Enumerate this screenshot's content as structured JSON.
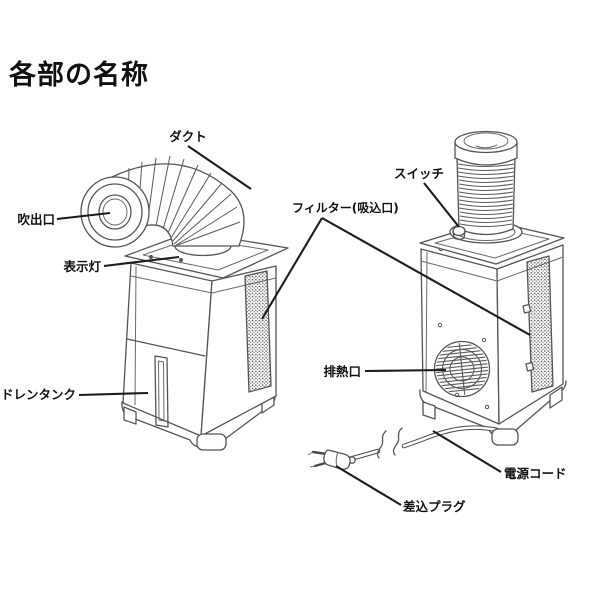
{
  "title": "各部の名称",
  "diagram": {
    "type": "product-parts-diagram",
    "colors": {
      "background": "#ffffff",
      "line": "#555555",
      "leader_line": "#1c1c1c",
      "label_text": "#111111"
    },
    "labels": {
      "duct": "ダクト",
      "air_outlet": "吹出口",
      "indicator_light": "表示灯",
      "drain_tank": "ドレンタンク",
      "filter_intake": "フィルター(吸込口)",
      "switch": "スイッチ",
      "exhaust_outlet": "排熱口",
      "power_cord": "電源コード",
      "plug": "差込プラグ"
    }
  }
}
